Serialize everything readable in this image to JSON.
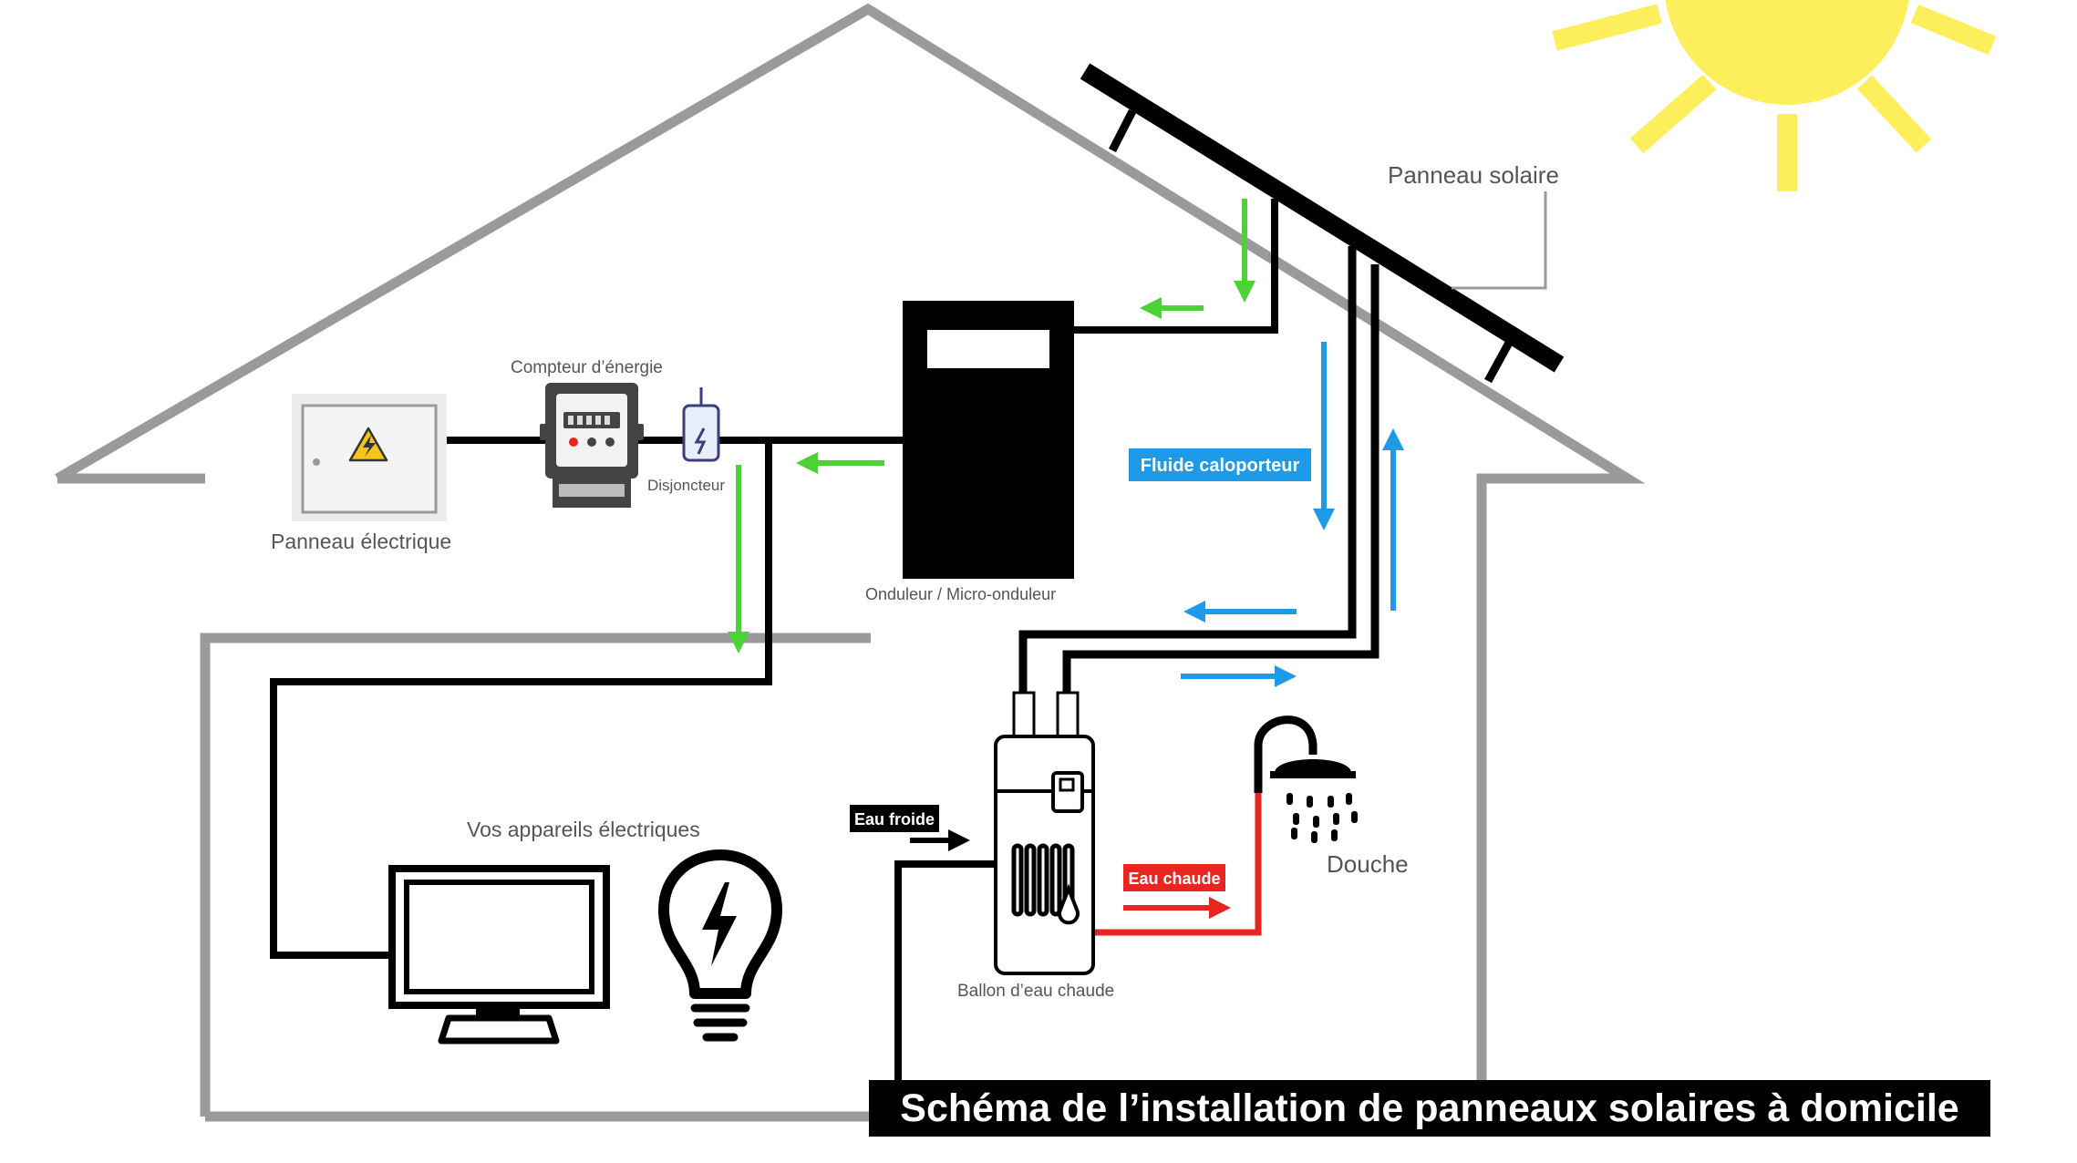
{
  "labels": {
    "solar_panel": "Panneau solaire",
    "energy_meter": "Compteur d’énergie",
    "breaker": "Disjoncteur",
    "electrical_panel": "Panneau électrique",
    "inverter": "Onduleur / Micro-onduleur",
    "heat_fluid": "Fluide caloporteur",
    "appliances": "Vos appareils électriques",
    "cold_water": "Eau froide",
    "hot_water": "Eau chaude",
    "shower": "Douche",
    "water_heater": "Ballon d’eau chaude"
  },
  "title": "Schéma de l’installation de panneaux solaires à domicile",
  "colors": {
    "house_outline": "#9a9a9a",
    "wire": "#000000",
    "electric_flow": "#4cd137",
    "fluid_flow": "#1e9be8",
    "hot_water": "#e8261f",
    "sun": "#fdee5c",
    "warning": "#f5c518"
  },
  "icons": [
    "sun-icon",
    "warning-icon",
    "energy-meter-icon",
    "breaker-icon",
    "tv-icon",
    "lightbulb-icon",
    "shower-icon",
    "water-heater-icon",
    "thermometer-icon"
  ]
}
